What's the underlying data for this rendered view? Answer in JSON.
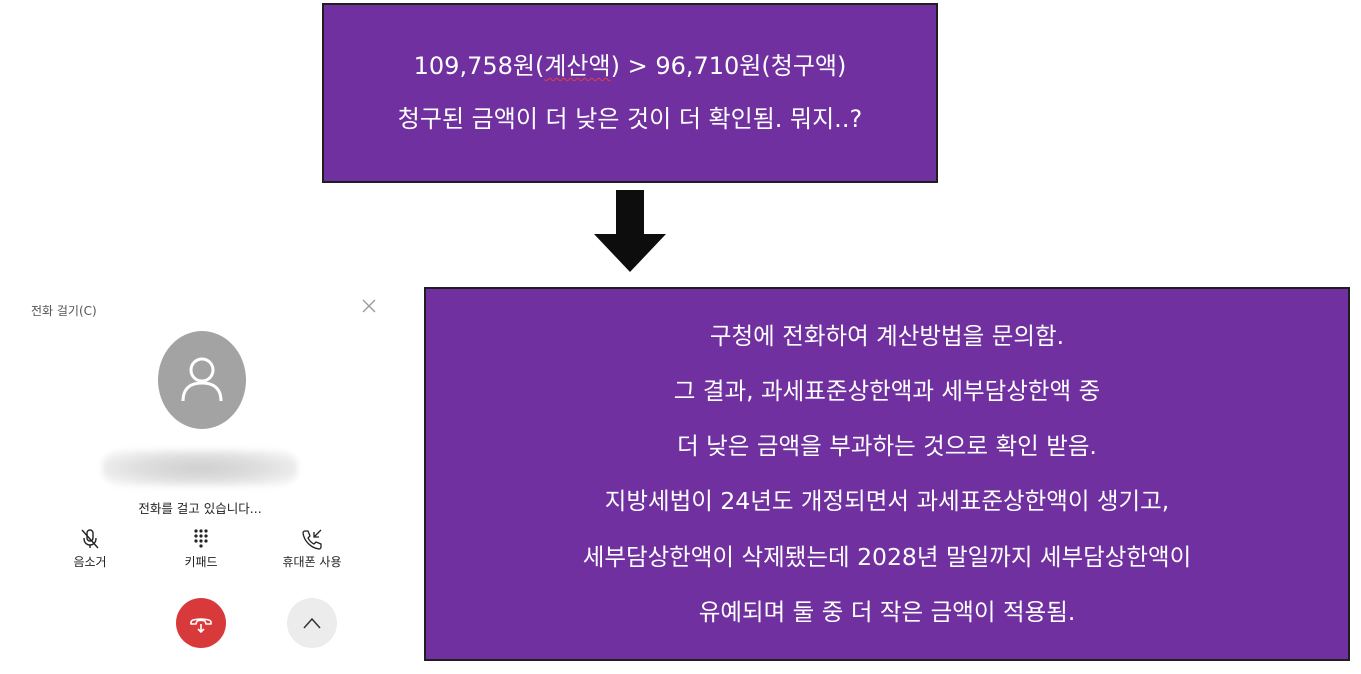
{
  "top_box": {
    "line1_before": "109,758원(",
    "line1_underlined": "계산액",
    "line1_after": ") > 96,710원(청구액)",
    "line2": "청구된 금액이 더 낮은 것이 더 확인됨. 뭐지..?"
  },
  "bottom_box": {
    "lines": [
      "구청에 전화하여 계산방법을 문의함.",
      "그 결과, 과세표준상한액과 세부담상한액 중",
      "더 낮은 금액을 부과하는 것으로 확인 받음.",
      "지방세법이 24년도 개정되면서 과세표준상한액이 생기고,",
      "세부담상한액이 삭제됐는데 2028년 말일까지 세부담상한액이",
      "유예되며 둘 중 더 작은 금액이 적용됨."
    ]
  },
  "call_window": {
    "title": "전화 걸기(C)",
    "status": "전화를 걸고 있습니다...",
    "actions": {
      "mute": "음소거",
      "keypad": "키패드",
      "phone": "휴대폰 사용"
    }
  },
  "colors": {
    "box_background": "#7030a0",
    "hangup": "#d8393a",
    "avatar": "#a3a3a3"
  },
  "icons": {
    "arrow": "down-arrow-icon",
    "close": "close-icon",
    "avatar": "person-icon",
    "mute": "microphone-off-icon",
    "keypad": "keypad-icon",
    "phone": "phone-transfer-icon",
    "hangup": "hangup-icon",
    "expand": "chevron-up-icon"
  }
}
